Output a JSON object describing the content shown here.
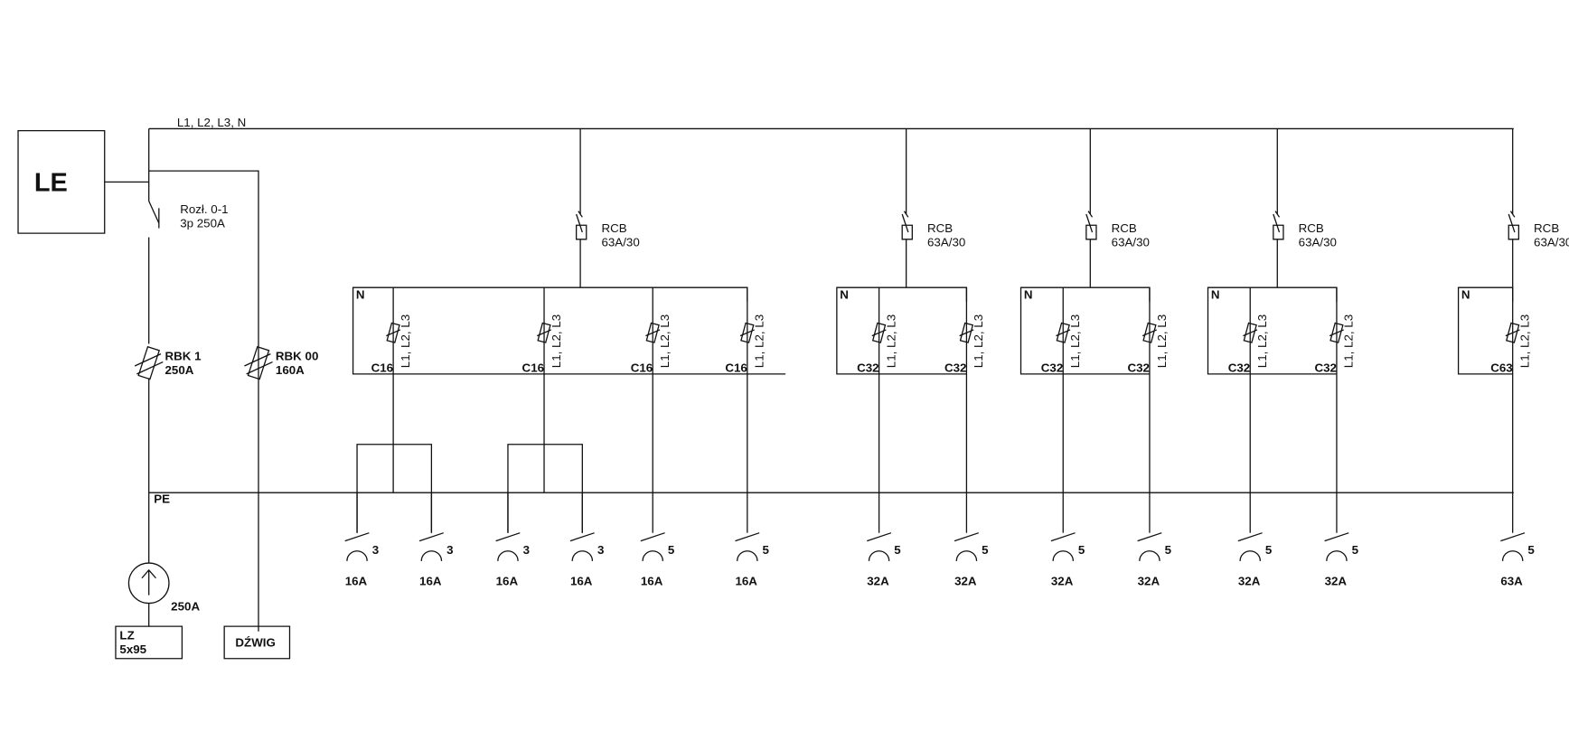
{
  "source_label": "LE",
  "bus_label": "L1, L2, L3, N",
  "pe_label": "PE",
  "main_switch": {
    "line1": "Rozł. 0-1",
    "line2": "3p 250A"
  },
  "fuse_main": {
    "line1": "RBK 1",
    "line2": "250A"
  },
  "fuse_crane": {
    "line1": "RBK 00",
    "line2": "160A"
  },
  "meter_current": "250A",
  "supply_cable": {
    "line1": "LZ",
    "line2": "5x95"
  },
  "crane_label": "DŹWIG",
  "rcb_label": "RCB",
  "rcb_rating": "63A/30",
  "n_label": "N",
  "phase_label": "L1, L2, L3",
  "groups": [
    {
      "breakers": [
        "C16",
        "C16",
        "C16",
        "C16"
      ]
    },
    {
      "breakers": [
        "C32",
        "C32"
      ]
    },
    {
      "breakers": [
        "C32",
        "C32"
      ]
    },
    {
      "breakers": [
        "C32",
        "C32"
      ]
    },
    {
      "breakers": [
        "C63"
      ]
    }
  ],
  "sockets": [
    {
      "poles": "3",
      "rating": "16A"
    },
    {
      "poles": "3",
      "rating": "16A"
    },
    {
      "poles": "3",
      "rating": "16A"
    },
    {
      "poles": "3",
      "rating": "16A"
    },
    {
      "poles": "5",
      "rating": "16A"
    },
    {
      "poles": "5",
      "rating": "16A"
    },
    {
      "poles": "5",
      "rating": "32A"
    },
    {
      "poles": "5",
      "rating": "32A"
    },
    {
      "poles": "5",
      "rating": "32A"
    },
    {
      "poles": "5",
      "rating": "32A"
    },
    {
      "poles": "5",
      "rating": "32A"
    },
    {
      "poles": "5",
      "rating": "32A"
    },
    {
      "poles": "5",
      "rating": "63A"
    }
  ]
}
